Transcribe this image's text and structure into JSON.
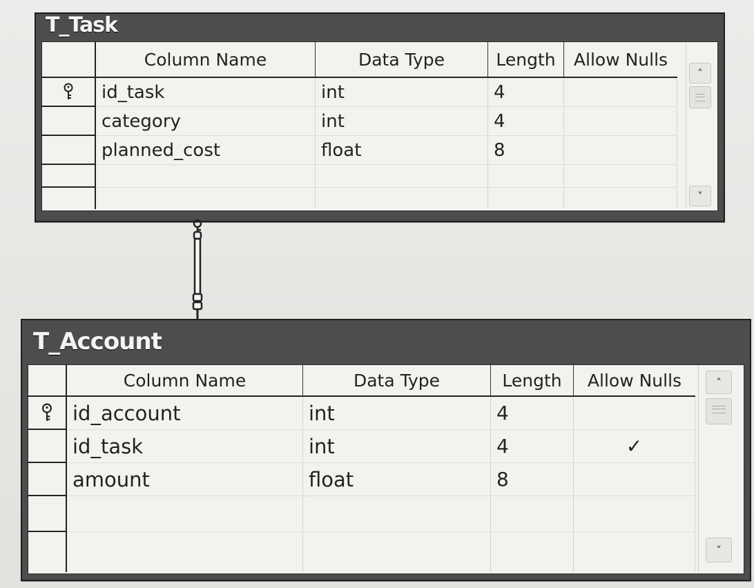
{
  "tables": [
    {
      "name": "T_Task",
      "columns": [
        "Column Name",
        "Data Type",
        "Length",
        "Allow Nulls"
      ],
      "rows": [
        {
          "primary_key": true,
          "column_name": "id_task",
          "data_type": "int",
          "length": "4",
          "allow_nulls": ""
        },
        {
          "primary_key": false,
          "column_name": "category",
          "data_type": "int",
          "length": "4",
          "allow_nulls": ""
        },
        {
          "primary_key": false,
          "column_name": "planned_cost",
          "data_type": "float",
          "length": "8",
          "allow_nulls": ""
        }
      ]
    },
    {
      "name": "T_Account",
      "columns": [
        "Column Name",
        "Data Type",
        "Length",
        "Allow Nulls"
      ],
      "rows": [
        {
          "primary_key": true,
          "column_name": "id_account",
          "data_type": "int",
          "length": "4",
          "allow_nulls": ""
        },
        {
          "primary_key": false,
          "column_name": "id_task",
          "data_type": "int",
          "length": "4",
          "allow_nulls": "✓"
        },
        {
          "primary_key": false,
          "column_name": "amount",
          "data_type": "float",
          "length": "8",
          "allow_nulls": ""
        }
      ]
    }
  ],
  "relationship": {
    "from": "T_Task",
    "to": "T_Account",
    "one_end_icon": "key-icon",
    "many_end_icon": "infinity-icon"
  },
  "icons": {
    "primary_key": "key-icon",
    "scroll_up": "chevron-up-icon",
    "scroll_down": "chevron-down-icon"
  }
}
